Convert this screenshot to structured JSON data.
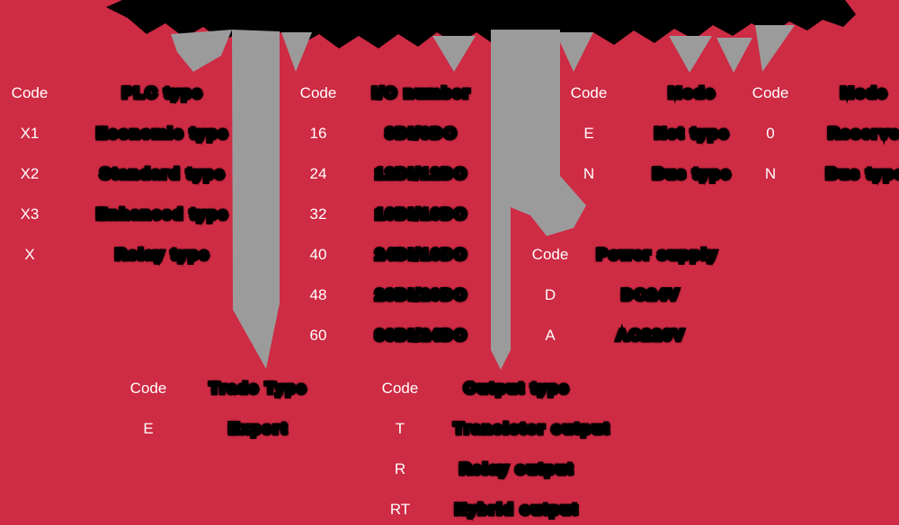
{
  "colors": {
    "background": "#CE2B44",
    "arrow_gray": "#9B9B9B",
    "blob_black": "#000000",
    "code_text": "#FFFFFF"
  },
  "tables": {
    "plc_type": {
      "code_header": "Code",
      "value_header": "PLC type",
      "rows": [
        {
          "code": "X1",
          "label": "Economic type"
        },
        {
          "code": "X2",
          "label": "Standard type"
        },
        {
          "code": "X3",
          "label": "Enhanced type"
        },
        {
          "code": "X",
          "label": "Relay type"
        }
      ]
    },
    "io_number": {
      "code_header": "Code",
      "value_header": "I/O number",
      "rows": [
        {
          "code": "16",
          "label": "8DI/8DO"
        },
        {
          "code": "24",
          "label": "12DI/12DO"
        },
        {
          "code": "32",
          "label": "16DI/16DO"
        },
        {
          "code": "40",
          "label": "24DI/16DO"
        },
        {
          "code": "48",
          "label": "28DI/20DO"
        },
        {
          "code": "60",
          "label": "36DI/24DO"
        }
      ]
    },
    "mode_1": {
      "code_header": "Code",
      "value_header": "Mode",
      "rows": [
        {
          "code": "E",
          "label": "Net type"
        },
        {
          "code": "N",
          "label": "Bus type"
        }
      ]
    },
    "mode_2": {
      "code_header": "Code",
      "value_header": "Mode",
      "rows": [
        {
          "code": "0",
          "label": "Reserve"
        },
        {
          "code": "N",
          "label": "Bus type"
        }
      ]
    },
    "power_supply": {
      "code_header": "Code",
      "value_header": "Power supply",
      "rows": [
        {
          "code": "D",
          "label": "DC24V"
        },
        {
          "code": "A",
          "label": "AC220V"
        }
      ]
    },
    "trade_type": {
      "code_header": "Code",
      "value_header": "Trade Type",
      "rows": [
        {
          "code": "E",
          "label": "Export"
        }
      ]
    },
    "output_type": {
      "code_header": "Code",
      "value_header": "Output type",
      "rows": [
        {
          "code": "T",
          "label": "Transistor output"
        },
        {
          "code": "R",
          "label": "Relay output"
        },
        {
          "code": "RT",
          "label": "Hybrid output"
        }
      ]
    }
  }
}
